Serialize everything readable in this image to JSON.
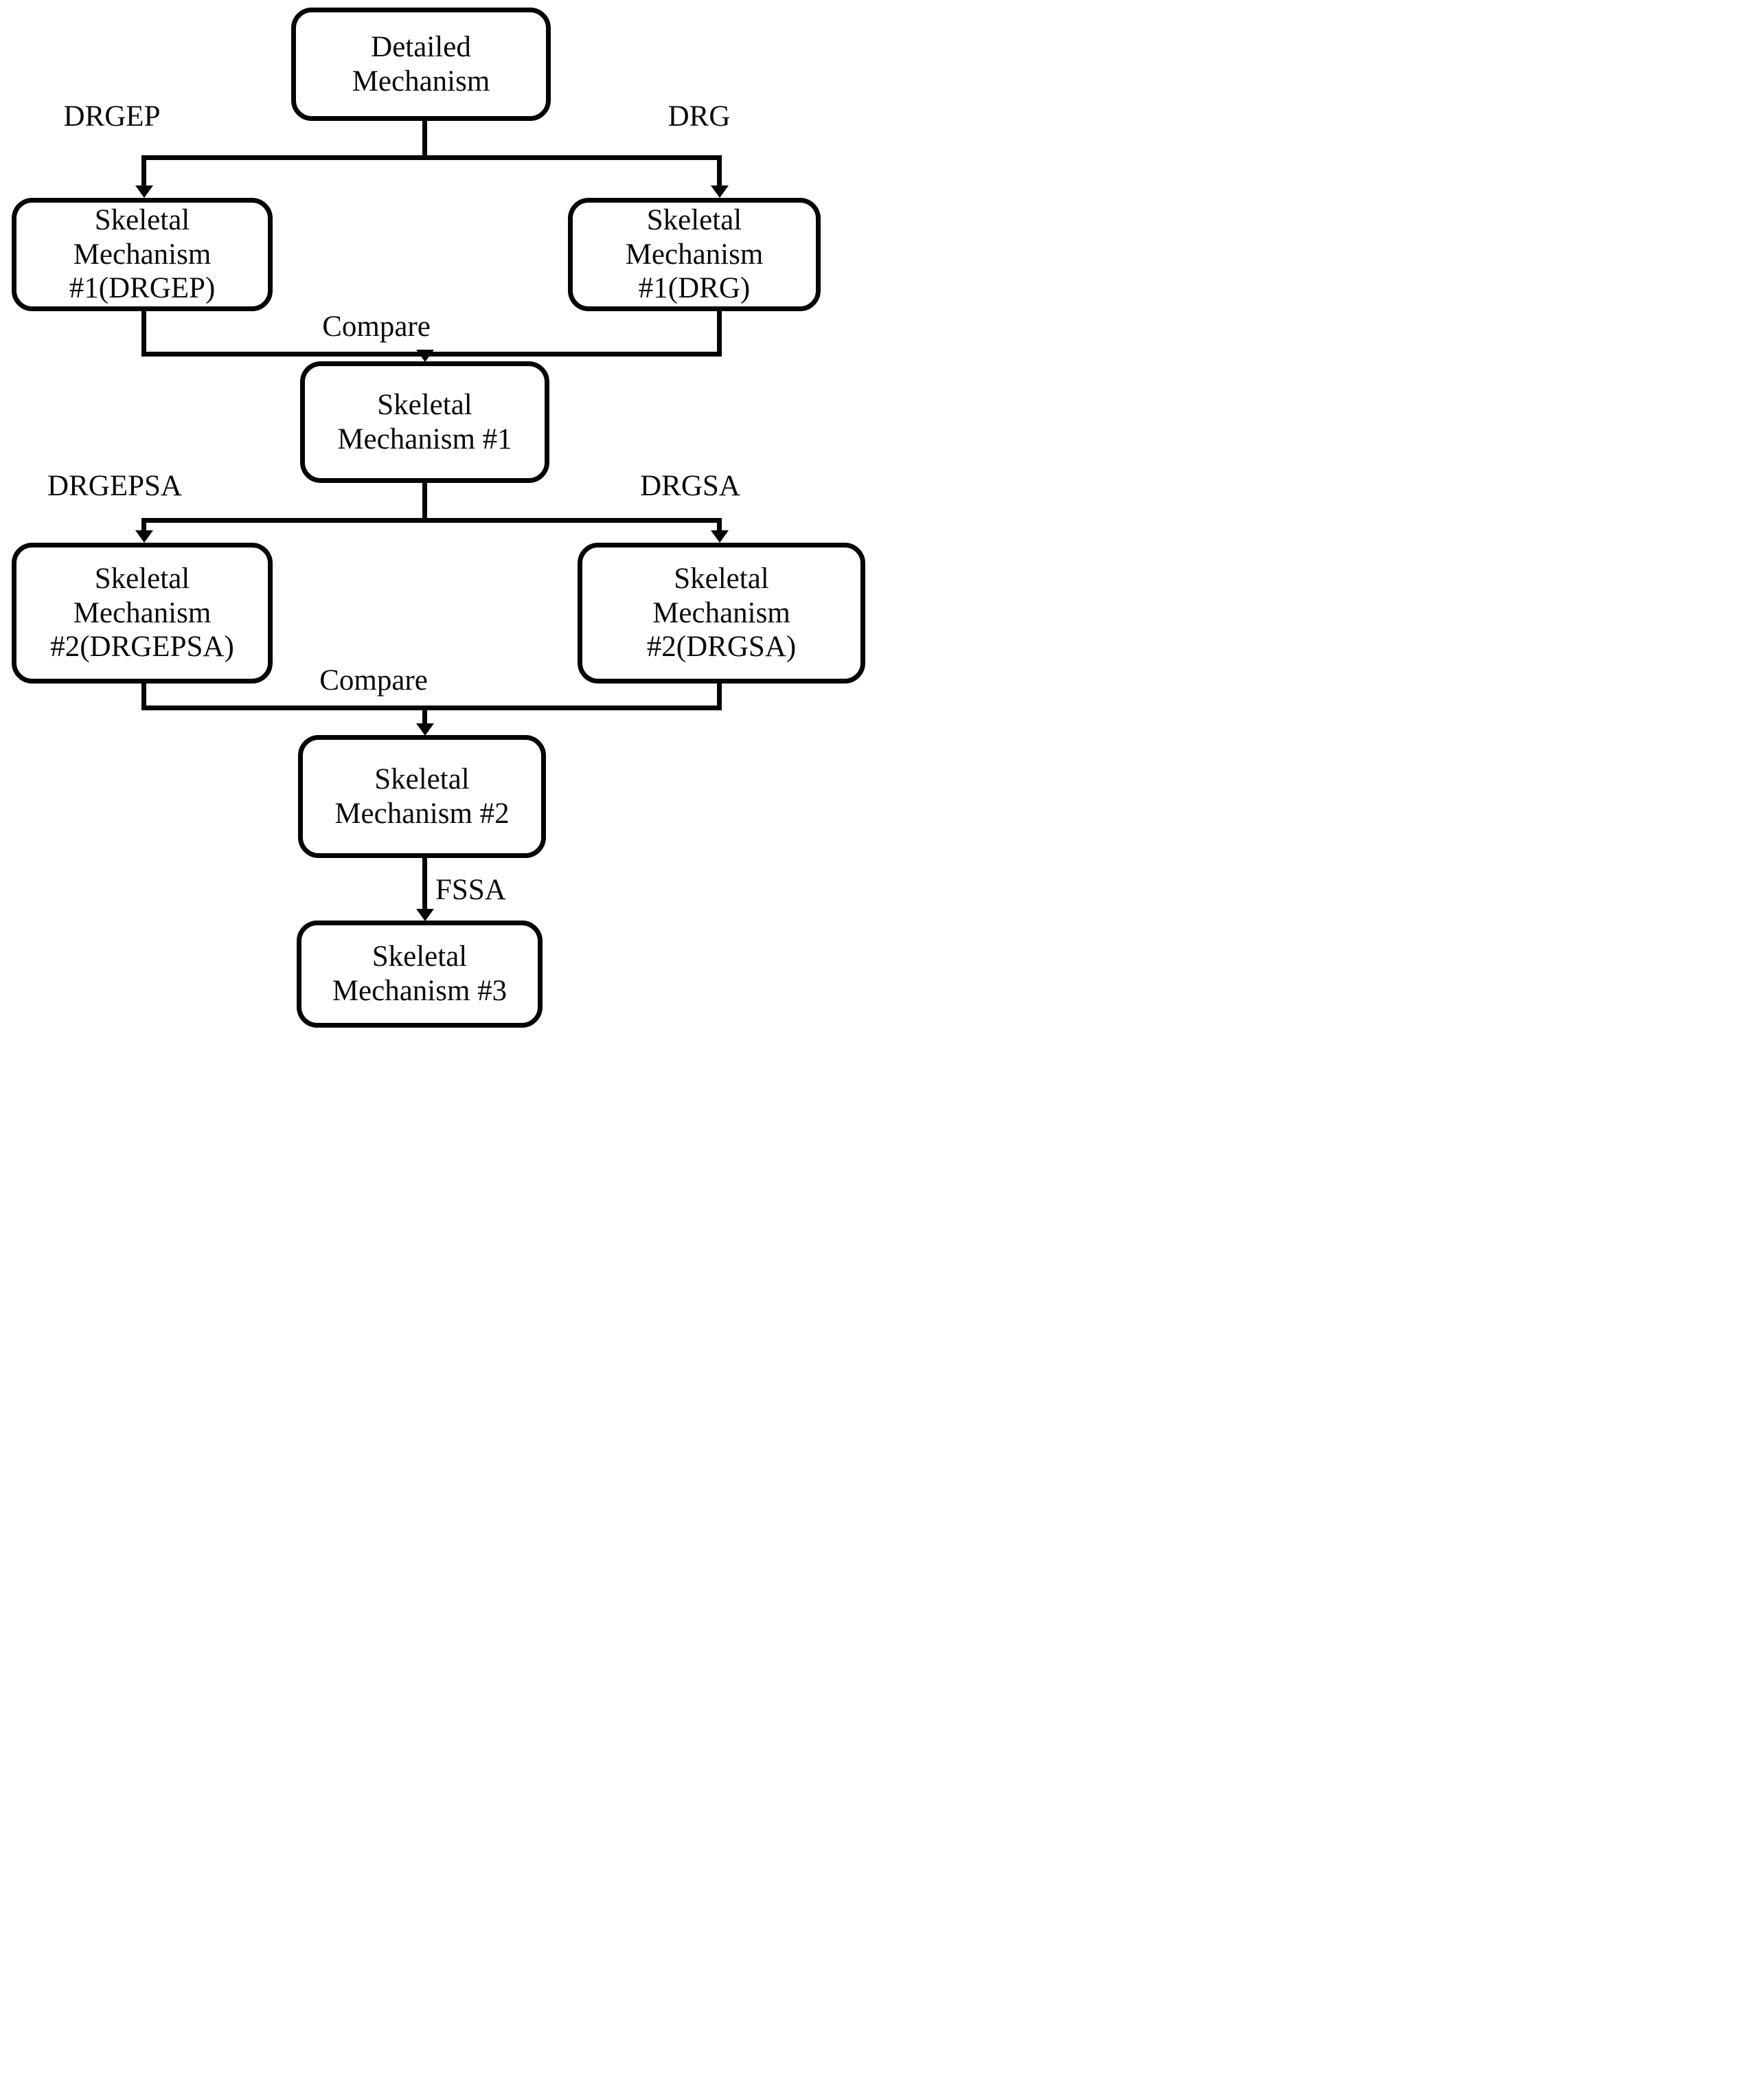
{
  "figure": {
    "type": "flowchart",
    "background_color": "#ffffff",
    "stroke_color": "#000000",
    "nodes": {
      "detailed": {
        "lines": [
          "Detailed",
          "Mechanism"
        ]
      },
      "skel1_drgep": {
        "lines": [
          "Skeletal",
          "Mechanism",
          "#1(DRGEP)"
        ]
      },
      "skel1_drg": {
        "lines": [
          "Skeletal",
          "Mechanism",
          "#1(DRG)"
        ]
      },
      "skel1": {
        "lines": [
          "Skeletal",
          "Mechanism #1"
        ]
      },
      "skel2_drgepsa": {
        "lines": [
          "Skeletal",
          "Mechanism",
          "#2(DRGEPSA)"
        ]
      },
      "skel2_drgsa": {
        "lines": [
          "Skeletal",
          "Mechanism",
          "#2(DRGSA)"
        ]
      },
      "skel2": {
        "lines": [
          "Skeletal",
          "Mechanism #2"
        ]
      },
      "skel3": {
        "lines": [
          "Skeletal",
          "Mechanism #3"
        ]
      }
    },
    "edge_labels": {
      "drgep": "DRGEP",
      "drg": "DRG",
      "compare_1": "Compare",
      "drgepsa": "DRGEPSA",
      "drgsa": "DRGSA",
      "compare_2": "Compare",
      "fssa": "FSSA"
    }
  }
}
